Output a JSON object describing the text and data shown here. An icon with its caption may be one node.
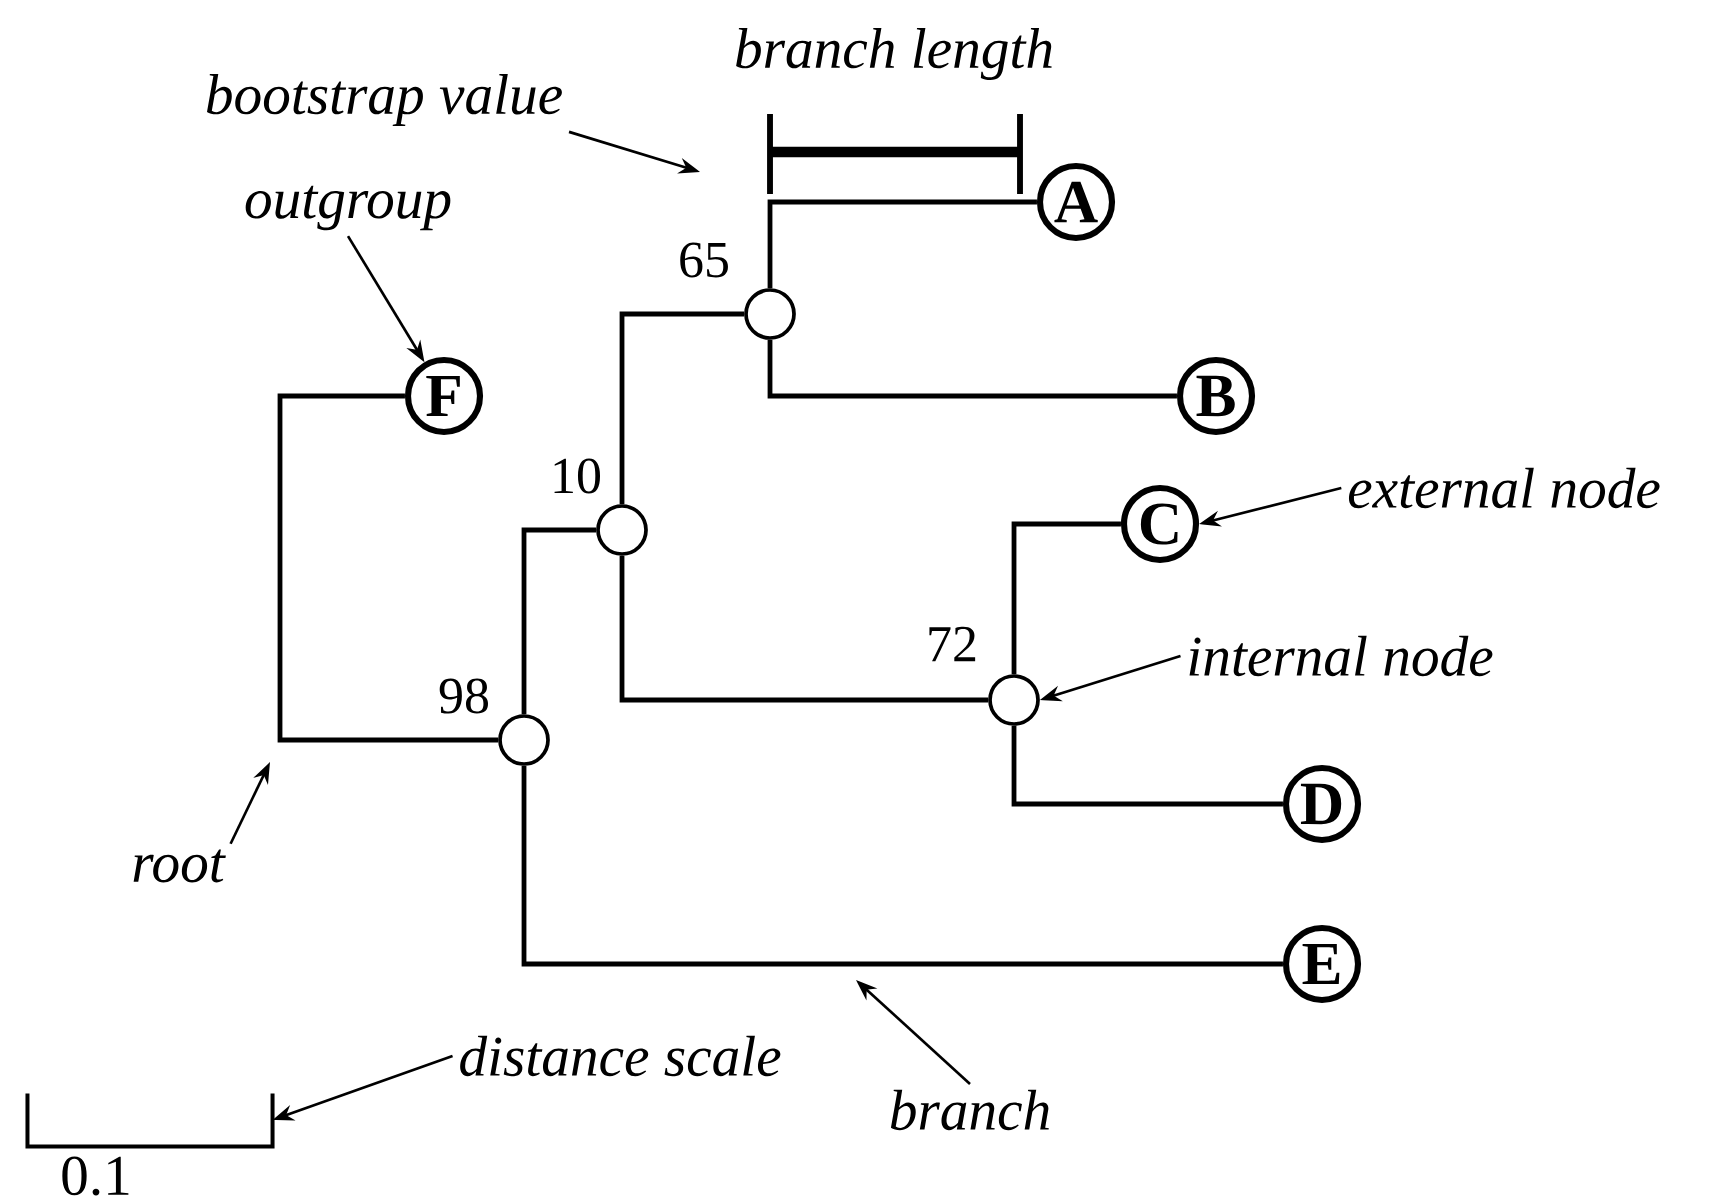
{
  "diagram": {
    "nodes": [
      {
        "text": [
          "A"
        ]
      },
      {
        "text": [
          "B"
        ]
      },
      {
        "text": [
          "C"
        ]
      },
      {
        "text": [
          "D"
        ]
      },
      {
        "text": [
          "E"
        ]
      },
      {
        "text": [
          "F"
        ]
      },
      {
        "text": [],
        "shape": "circle",
        "beside": [
          "65"
        ]
      },
      {
        "text": [],
        "shape": "circle",
        "beside": [
          "10"
        ]
      },
      {
        "text": [],
        "shape": "circle",
        "beside": [
          "72"
        ]
      },
      {
        "text": [],
        "shape": "circle",
        "beside": [
          "98"
        ]
      },
      {
        "text": [
          "bootstrap value"
        ]
      },
      {
        "text": [
          "outgroup"
        ]
      },
      {
        "text": [
          "external node"
        ]
      },
      {
        "text": [
          "internal node"
        ]
      },
      {
        "text": [
          "root"
        ]
      },
      {
        "text": [
          "branch"
        ]
      },
      {
        "text": [
          "distance scale"
        ]
      },
      {
        "text": [],
        "shape": "bar"
      }
    ],
    "edges": [
      {
        "from": 6,
        "to": 0,
        "arrow": "none"
      },
      {
        "from": 6,
        "to": 1,
        "arrow": "none"
      },
      {
        "from": 7,
        "to": 6,
        "arrow": "none"
      },
      {
        "from": 7,
        "to": 8,
        "arrow": "none"
      },
      {
        "from": 8,
        "to": 2,
        "arrow": "none"
      },
      {
        "from": 8,
        "to": 3,
        "arrow": "none"
      },
      {
        "from": 9,
        "to": 7,
        "arrow": "none"
      },
      {
        "from": 9,
        "to": 4,
        "arrow": "none"
      },
      {
        "from": 9,
        "to": 5,
        "arrow": "none"
      },
      {
        "from": 10,
        "to": null,
        "arrow": "to"
      },
      {
        "from": 11,
        "to": 5,
        "arrow": "to"
      },
      {
        "from": 12,
        "to": 2,
        "arrow": "to"
      },
      {
        "from": 13,
        "to": 8,
        "arrow": "to"
      },
      {
        "from": 14,
        "to": null,
        "arrow": "to"
      },
      {
        "from": 15,
        "to": null,
        "arrow": "to"
      },
      {
        "from": 16,
        "to": 17,
        "arrow": "to"
      }
    ],
    "labels": [
      "branch length",
      "0.1"
    ]
  }
}
